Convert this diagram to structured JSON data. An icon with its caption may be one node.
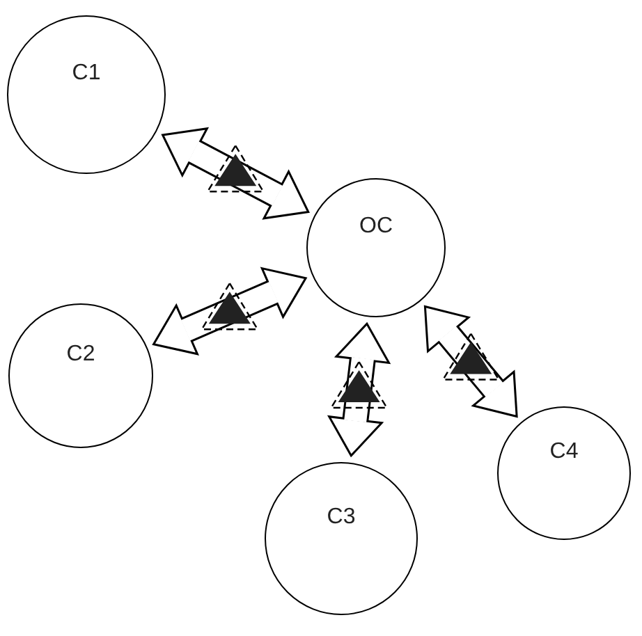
{
  "diagram": {
    "nodes": [
      {
        "text": [
          "C1"
        ]
      },
      {
        "text": [
          "OC"
        ]
      },
      {
        "text": [
          "C2"
        ]
      },
      {
        "text": [
          "C3"
        ]
      },
      {
        "text": [
          "C4"
        ]
      }
    ],
    "edges": [
      {
        "from": 0,
        "to": 1,
        "arrow": "both"
      },
      {
        "from": 1,
        "to": 2,
        "arrow": "both"
      },
      {
        "from": 1,
        "to": 3,
        "arrow": "both"
      },
      {
        "from": 1,
        "to": 4,
        "arrow": "both"
      }
    ]
  }
}
